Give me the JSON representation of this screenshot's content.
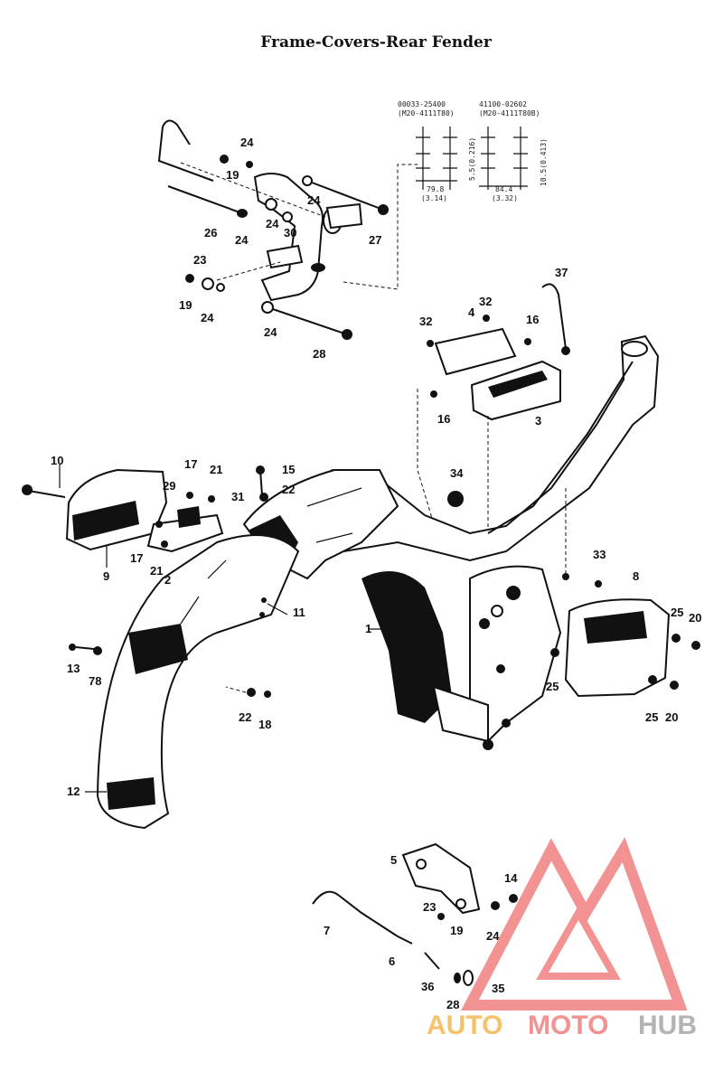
{
  "title": "Frame-Covers-Rear Fender",
  "spec_labels": {
    "left_code": "00033-25400",
    "left_model": "(M20-4111T80)",
    "right_code": "41100-02602",
    "right_model": "(M20-4111T80B)",
    "left_len": "79.8",
    "left_len_in": "(3.14)",
    "right_len": "84.4",
    "right_len_in": "(3.32)",
    "left_pitch": "5.5(0.216)",
    "right_pitch": "10.5(0.413)"
  },
  "callouts": {
    "c1": "1",
    "c2": "2",
    "c3": "3",
    "c4": "4",
    "c5": "5",
    "c6": "6",
    "c7": "7",
    "c8": "8",
    "c9": "9",
    "c10": "10",
    "c11": "11",
    "c12": "12",
    "c13": "13",
    "c14": "14",
    "c15": "15",
    "c16a": "16",
    "c16b": "16",
    "c17a": "17",
    "c17b": "17",
    "c18": "18",
    "c19a": "19",
    "c19b": "19",
    "c19c": "19",
    "c20a": "20",
    "c20b": "20",
    "c21a": "21",
    "c21b": "21",
    "c22a": "22",
    "c22b": "22",
    "c23a": "23",
    "c23b": "23",
    "c24a": "24",
    "c24b": "24",
    "c24c": "24",
    "c24d": "24",
    "c24e": "24",
    "c24f": "24",
    "c24g": "24",
    "c25a": "25",
    "c25b": "25",
    "c25c": "25",
    "c26": "26",
    "c27": "27",
    "c28a": "28",
    "c28b": "28",
    "c29": "29",
    "c30": "30",
    "c31": "31",
    "c32a": "32",
    "c32b": "32",
    "c33": "33",
    "c34": "34",
    "c35": "35",
    "c36": "36",
    "c37": "37",
    "c78": "78"
  },
  "watermark": {
    "auto": "AUTO",
    "moto": "MOTO",
    "hub": "HUB",
    "logo_color": "#f08080",
    "auto_color": "#f4b84f",
    "hub_color": "#a7a7a7"
  }
}
